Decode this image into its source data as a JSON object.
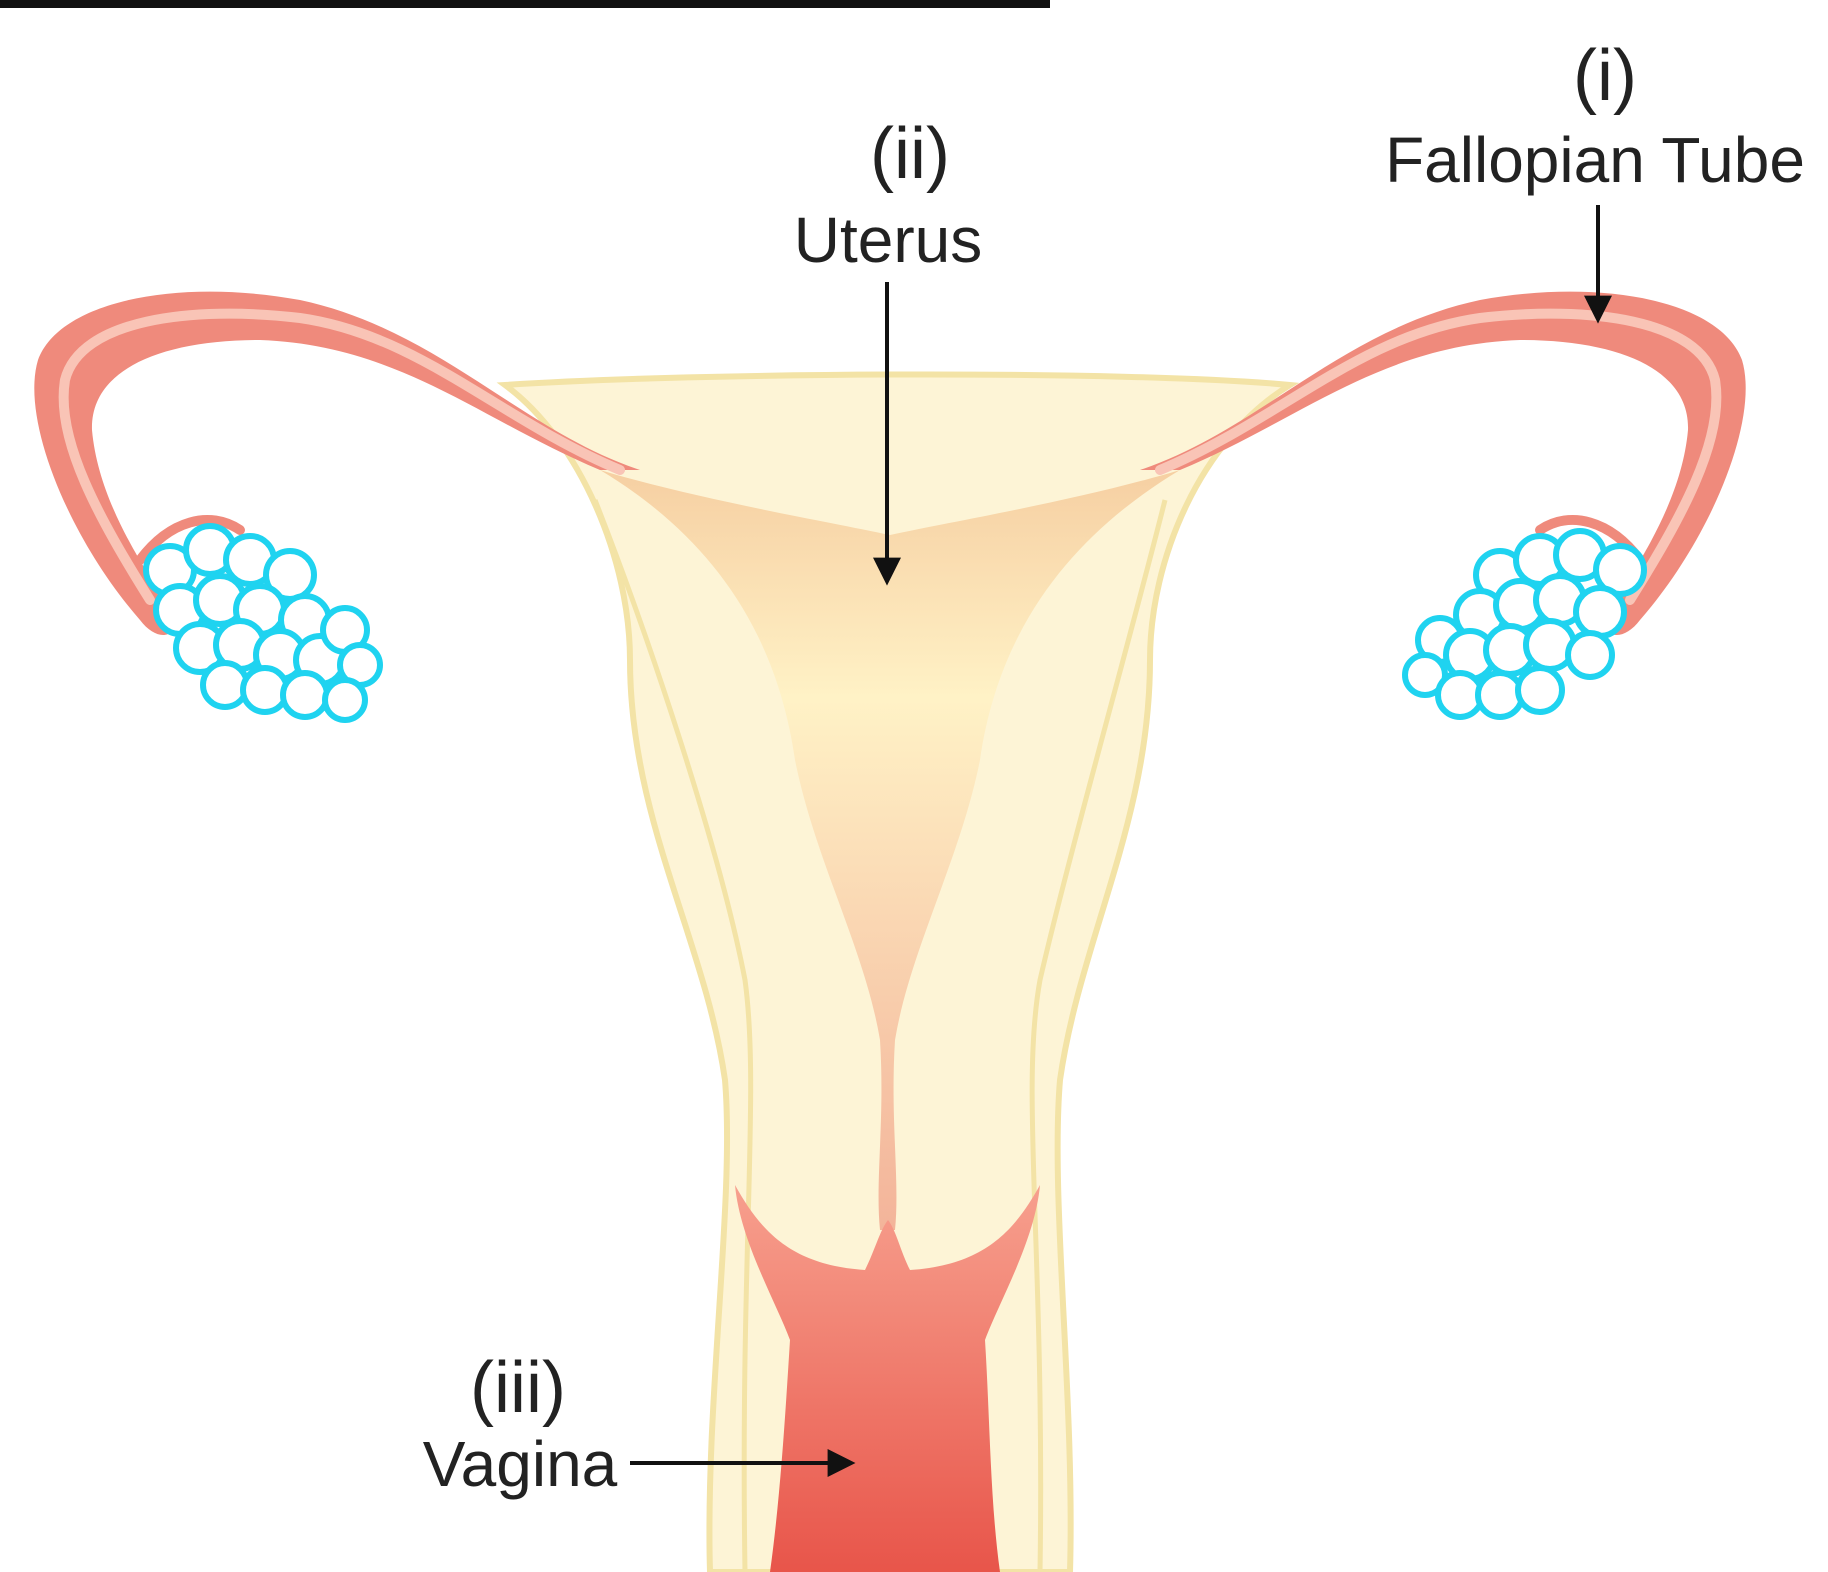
{
  "labels": [
    {
      "id": "fallopian-tube",
      "numeral": "(i)",
      "name": "Fallopian Tube"
    },
    {
      "id": "uterus",
      "numeral": "(ii)",
      "name": "Uterus"
    },
    {
      "id": "vagina",
      "numeral": "(iii)",
      "name": "Vagina"
    }
  ],
  "colors": {
    "tube": "#ef8a7c",
    "tube_highlight": "#f9c4b6",
    "uterus_wall": "#fdf2cf",
    "uterus_wall_edge": "#f3e3a6",
    "cavity": "#f6cfa2",
    "cavity_light": "#fff2c6",
    "vagina_top": "#f7a08e",
    "vagina_bottom": "#e8554a",
    "ovary_fill": "#ffffff",
    "ovary_outline": "#1fd3f0",
    "arrow": "#111111",
    "text": "#222222"
  }
}
